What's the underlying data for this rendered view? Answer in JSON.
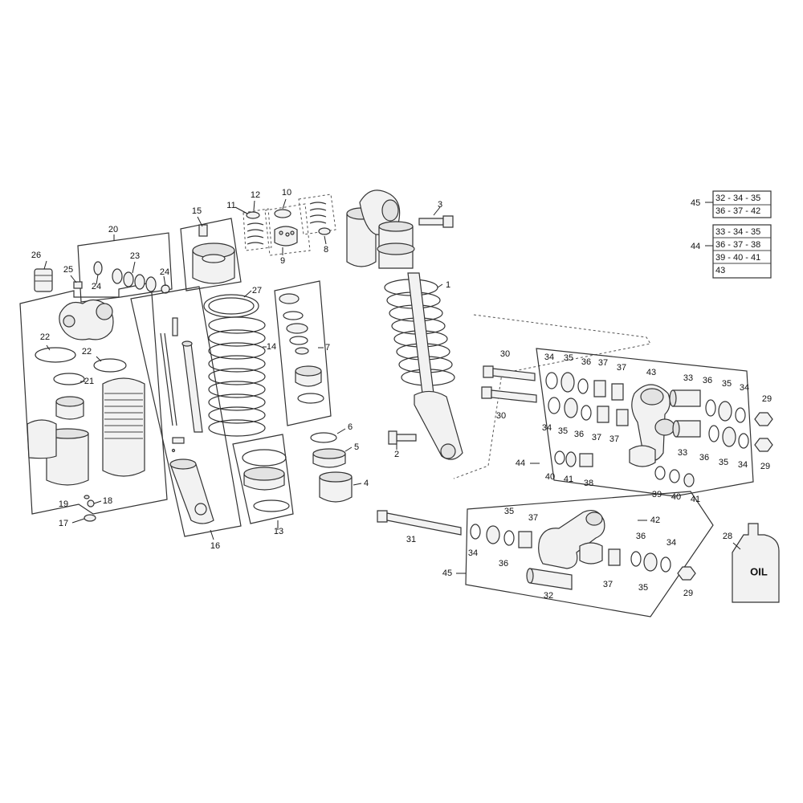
{
  "callouts": {
    "c1": "1",
    "c2": "2",
    "c3": "3",
    "c4": "4",
    "c5": "5",
    "c6": "6",
    "c7": "7",
    "c8": "8",
    "c9": "9",
    "c10": "10",
    "c11": "11",
    "c12": "12",
    "c13": "13",
    "c14": "14",
    "c15": "15",
    "c16": "16",
    "c17": "17",
    "c18": "18",
    "c19": "19",
    "c20": "20",
    "c21": "21",
    "c22a": "22",
    "c22b": "22",
    "c23": "23",
    "c24a": "24",
    "c24b": "24",
    "c25": "25",
    "c26": "26",
    "c27": "27",
    "c28": "28",
    "c29a": "29",
    "c29b": "29",
    "c29c": "29",
    "c30a": "30",
    "c30b": "30",
    "c31": "31",
    "c32": "32",
    "c33a": "33",
    "c33b": "33",
    "c34a": "34",
    "c34b": "34",
    "c34c": "34",
    "c34d": "34",
    "c34e": "34",
    "c34f": "34",
    "c35a": "35",
    "c35b": "35",
    "c35c": "35",
    "c35d": "35",
    "c35e": "35",
    "c35f": "35",
    "c36a": "36",
    "c36b": "36",
    "c36c": "36",
    "c36d": "36",
    "c36e": "36",
    "c36f": "36",
    "c37a": "37",
    "c37b": "37",
    "c37c": "37",
    "c37d": "37",
    "c37e": "37",
    "c37f": "37",
    "c38": "38",
    "c39": "39",
    "c40a": "40",
    "c40b": "40",
    "c41a": "41",
    "c41b": "41",
    "c42": "42",
    "c43": "43",
    "c44a": "44",
    "c45a": "45"
  },
  "kits": [
    {
      "id": "45",
      "lines": [
        "32 - 34 - 35",
        "36 - 37 - 42"
      ]
    },
    {
      "id": "44",
      "lines": [
        "33 - 34 - 35",
        "36 - 37 - 38",
        "39 - 40 - 41",
        "43"
      ]
    }
  ],
  "oil_label": "OIL"
}
